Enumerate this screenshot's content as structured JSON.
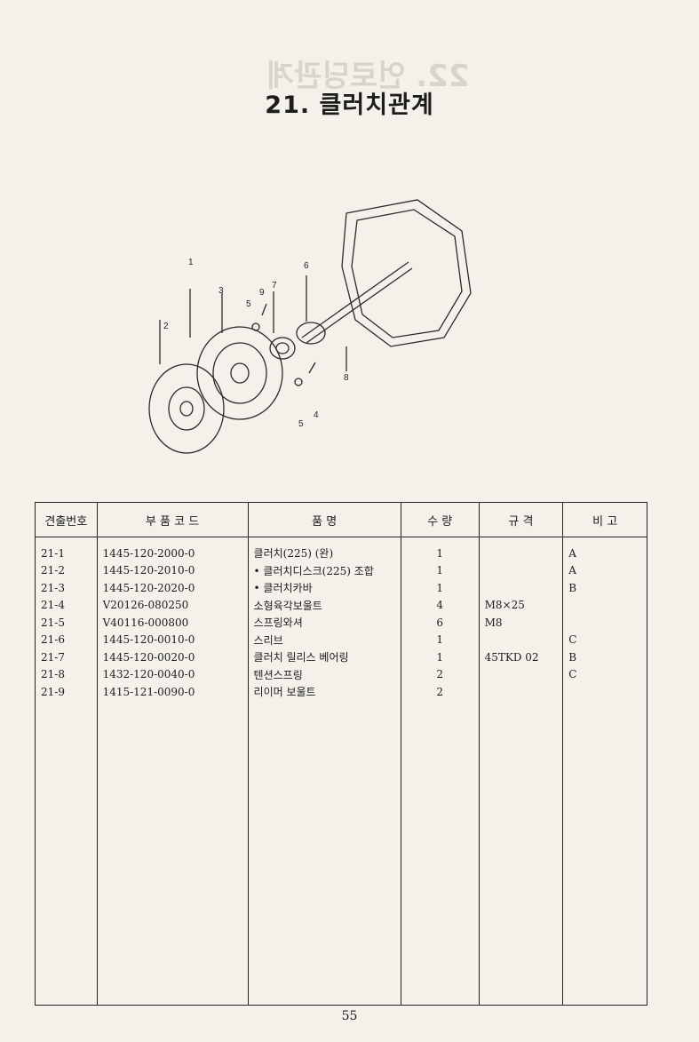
{
  "title": "21. 클러치관계",
  "diagram_callouts": [
    "1",
    "2",
    "3",
    "4",
    "5",
    "5",
    "6",
    "7",
    "8",
    "9"
  ],
  "table": {
    "headers": [
      "견출번호",
      "부  품  코  드",
      "품     명",
      "수  량",
      "규  격",
      "비  고"
    ],
    "rows": [
      {
        "num": "21-1",
        "code": "1445-120-2000-0",
        "name": "클러치(225) (완)",
        "qty": "1",
        "spec": "",
        "note": "A"
      },
      {
        "num": "21-2",
        "code": "1445-120-2010-0",
        "name": "• 클러치디스크(225) 조합",
        "qty": "1",
        "spec": "",
        "note": "A"
      },
      {
        "num": "21-3",
        "code": "1445-120-2020-0",
        "name": "• 클러치카바",
        "qty": "1",
        "spec": "",
        "note": "B"
      },
      {
        "num": "21-4",
        "code": "V20126-080250",
        "name": "소형육각보울트",
        "qty": "4",
        "spec": "M8×25",
        "note": ""
      },
      {
        "num": "21-5",
        "code": "V40116-000800",
        "name": "스프링와셔",
        "qty": "6",
        "spec": "M8",
        "note": ""
      },
      {
        "num": "21-6",
        "code": "1445-120-0010-0",
        "name": "스리브",
        "qty": "1",
        "spec": "",
        "note": "C"
      },
      {
        "num": "21-7",
        "code": "1445-120-0020-0",
        "name": "클러치 릴리스 베어링",
        "qty": "1",
        "spec": "45TKD 02",
        "note": "B"
      },
      {
        "num": "21-8",
        "code": "1432-120-0040-0",
        "name": "텐션스프링",
        "qty": "2",
        "spec": "",
        "note": "C"
      },
      {
        "num": "21-9",
        "code": "1415-121-0090-0",
        "name": "리이머 보울트",
        "qty": "2",
        "spec": "",
        "note": ""
      }
    ]
  },
  "page_number": "55"
}
